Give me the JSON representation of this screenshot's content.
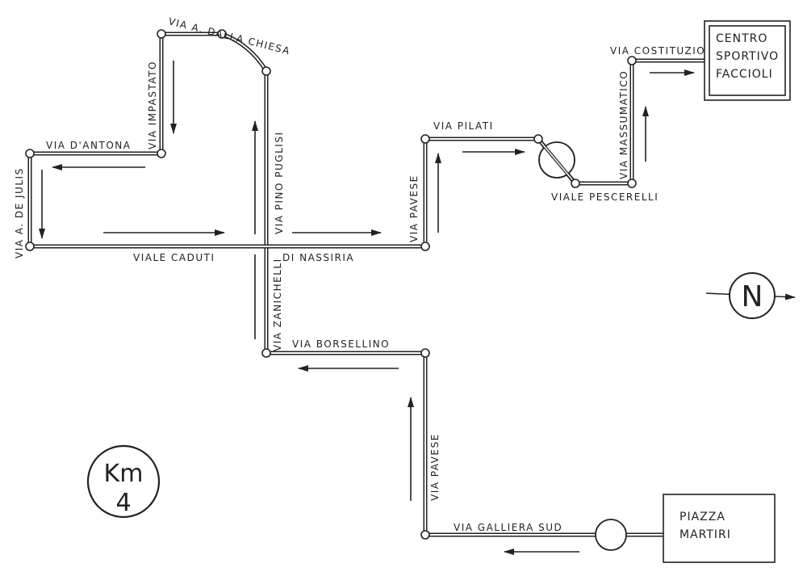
{
  "streets": {
    "via_dalla_chiesa": "VIA A. DALLA CHIESA",
    "via_impastato": "VIA IMPASTATO",
    "via_dantona": "VIA D'ANTONA",
    "via_de_julis": "VIA A. DE JULIS",
    "via_pino_puglisi": "VIA PINO PUGLISI",
    "viale_caduti": "VIALE CADUTI",
    "di_nassiria": "DI NASSIRIA",
    "via_pavese_top": "VIA PAVESE",
    "via_pilati": "VIA PILATI",
    "viale_pescerelli": "VIALE PESCERELLI",
    "via_massumatico": "VIA MASSUMATICO",
    "via_costituzione": "VIA COSTITUZIONE",
    "via_zanichelli": "VIA ZANICHELLI",
    "via_borsellino": "VIA BORSELLINO",
    "via_pavese_bottom": "VIA PAVESE",
    "via_galliera_sud": "VIA GALLIERA SUD"
  },
  "destinations": {
    "centro_line1": "CENTRO",
    "centro_line2": "SPORTIVO",
    "centro_line3": "FACCIOLI",
    "piazza_line1": "PIAZZA",
    "piazza_line2": "MARTIRI"
  },
  "distance": {
    "unit": "Km",
    "value": "4"
  },
  "north_symbol": "N"
}
